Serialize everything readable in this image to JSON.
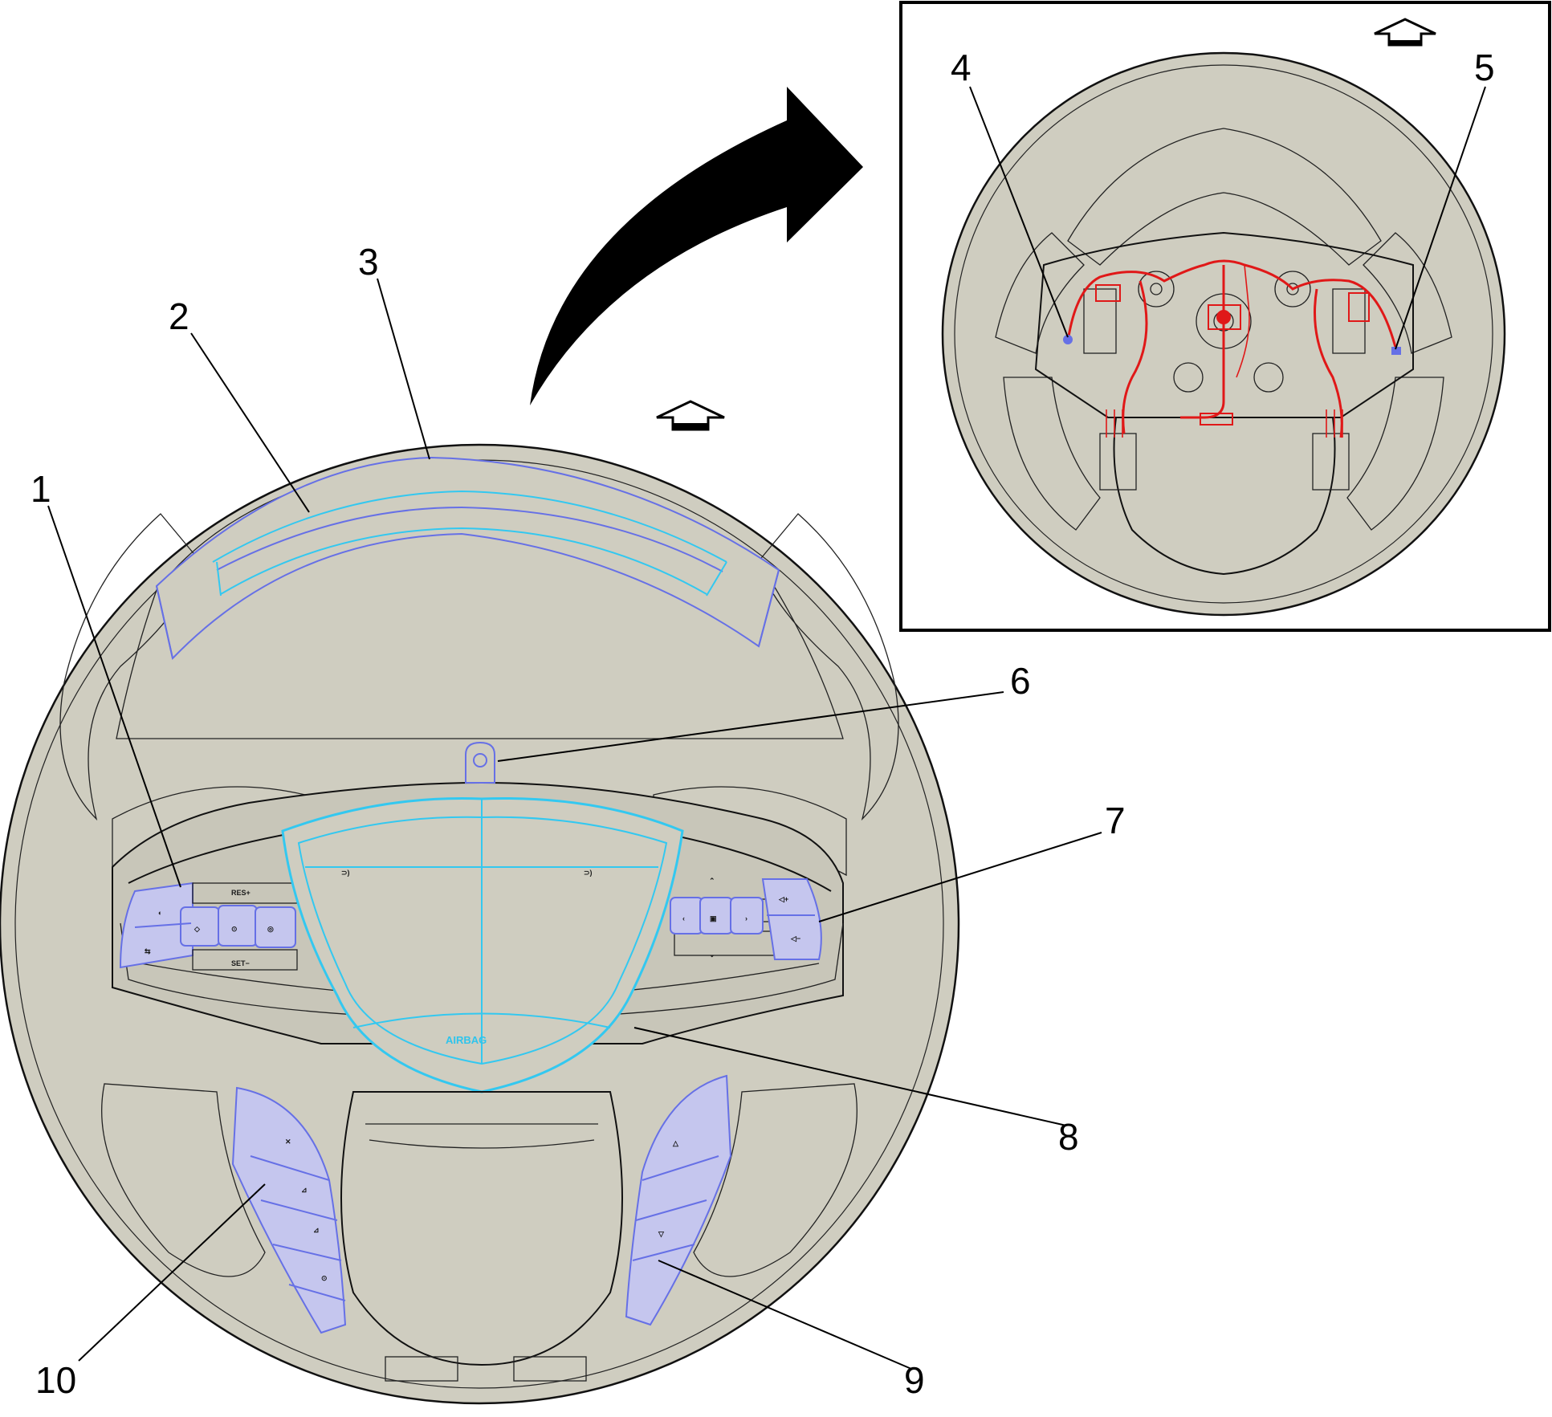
{
  "callouts": {
    "c1": "1",
    "c2": "2",
    "c3": "3",
    "c4": "4",
    "c5": "5",
    "c6": "6",
    "c7": "7",
    "c8": "8",
    "c9": "9",
    "c10": "10"
  },
  "button_labels": {
    "res": "RES+",
    "set": "SET−",
    "airbag": "AIRBAG"
  },
  "icons": {
    "front_arrow_main": "front-direction-arrow-icon",
    "front_arrow_inset": "front-direction-arrow-icon",
    "rotation_arrow": "curved-arrow-icon"
  },
  "colors": {
    "wheel_fill": "#cfcdc0",
    "switch_highlight": "#6670e6",
    "airbag_highlight": "#33c8f0",
    "harness": "#e01818"
  }
}
